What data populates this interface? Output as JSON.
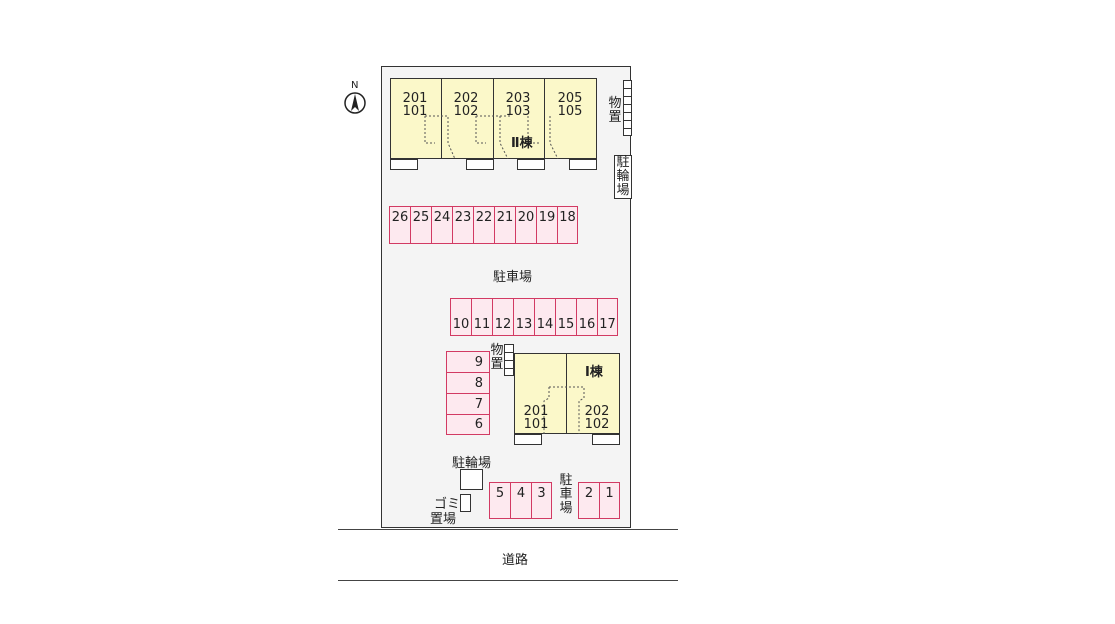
{
  "north": {
    "label": "N"
  },
  "building2": {
    "name": "Ⅱ棟",
    "units": [
      {
        "upper": "201",
        "lower": "101"
      },
      {
        "upper": "202",
        "lower": "102"
      },
      {
        "upper": "203",
        "lower": "103"
      },
      {
        "upper": "205",
        "lower": "105"
      }
    ]
  },
  "building1": {
    "name": "Ⅰ棟",
    "units": [
      {
        "upper": "201",
        "lower": "101"
      },
      {
        "upper": "202",
        "lower": "102"
      }
    ]
  },
  "labels": {
    "storage_top": "物置",
    "bike_top": "駐輪場",
    "parking_main": "駐車場",
    "storage_mid": "物置",
    "bike_bottom": "駐輪場",
    "garbage": "ゴミ置場",
    "garbage_line1": "ゴミ",
    "garbage_line2": "置場",
    "parking_small": "駐車場",
    "road": "道路"
  },
  "parking": {
    "row_top": [
      "26",
      "25",
      "24",
      "23",
      "22",
      "21",
      "20",
      "19",
      "18"
    ],
    "row_mid": [
      "10",
      "11",
      "12",
      "13",
      "14",
      "15",
      "16",
      "17"
    ],
    "column_left": [
      "9",
      "8",
      "7",
      "6"
    ],
    "row_bottom_a": [
      "5",
      "4",
      "3"
    ],
    "row_bottom_b": [
      "2",
      "1"
    ]
  },
  "colors": {
    "building_fill": "#fbf8c9",
    "parking_fill": "#fde9ef",
    "parking_border": "#d23a63",
    "lot_fill": "#f4f4f4"
  },
  "icons": [
    "north-compass-icon",
    "stair-icon"
  ]
}
